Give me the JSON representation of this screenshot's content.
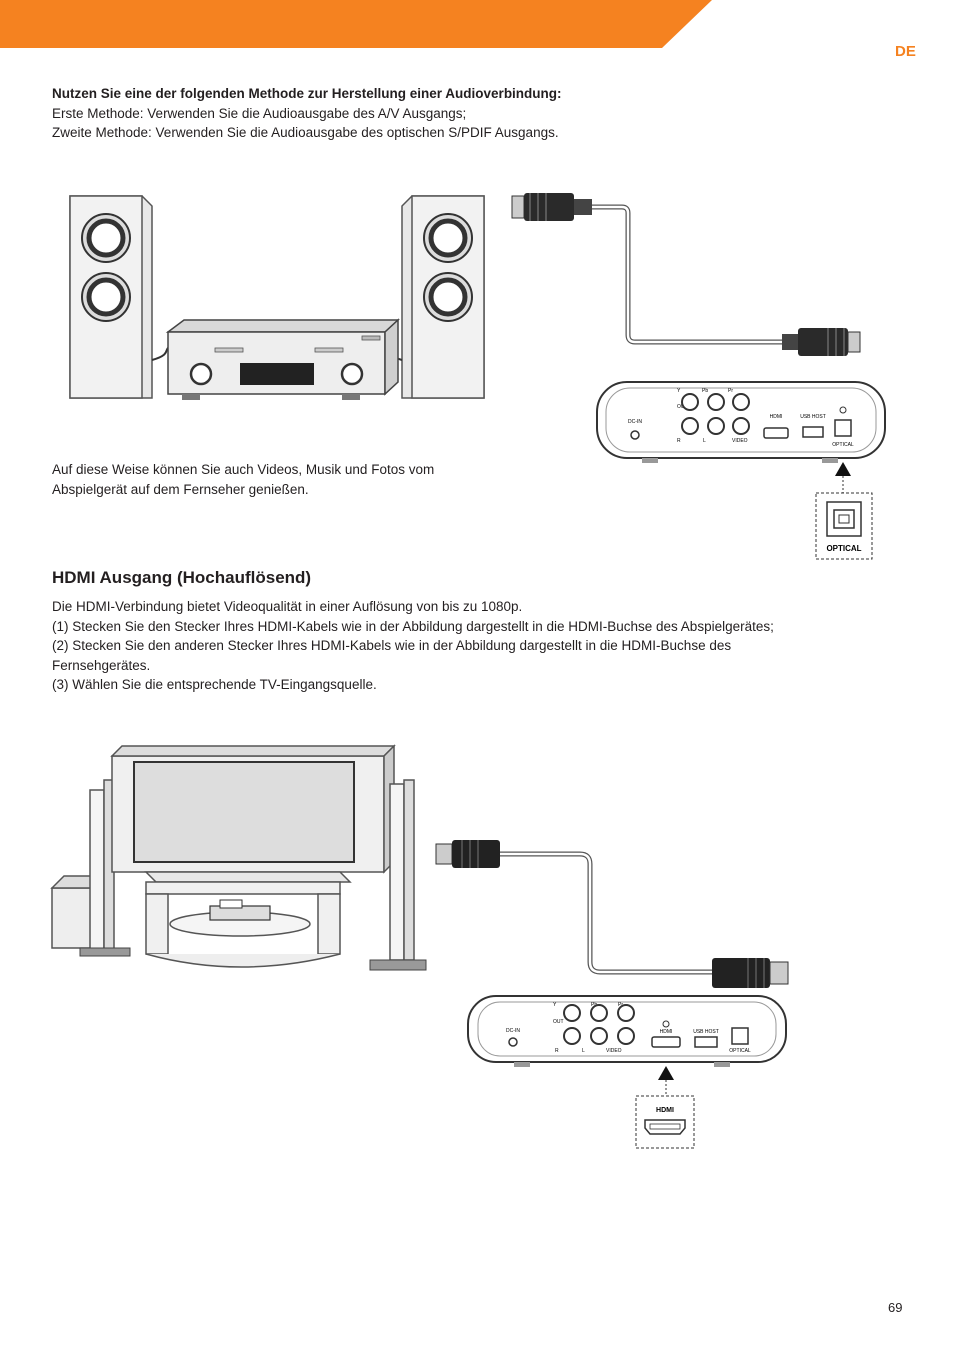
{
  "page": {
    "lang": "DE",
    "page_number": "69",
    "accent_color": "#f58220"
  },
  "audio": {
    "heading": "Nutzen Sie eine der folgenden Methode zur Herstellung einer Audioverbindung:",
    "method1": "Erste Methode: Verwenden Sie die Audioausgabe des A/V Ausgangs;",
    "method2": "Zweite Methode: Verwenden Sie die Audioausgabe des optischen S/PDIF Ausgangs.",
    "caption_line1": "Auf diese Weise können Sie auch Videos, Musik und Fotos vom",
    "caption_line2": "Abspielgerät auf dem Fernseher genießen."
  },
  "hdmi": {
    "title": "HDMI Ausgang (Hochauflösend)",
    "line1": "Die HDMI-Verbindung bietet Videoqualität in einer Auflösung von bis zu 1080p.",
    "line2": "(1) Stecken Sie den Stecker Ihres HDMI-Kabels wie in der Abbildung dargestellt in die HDMI-Buchse des Abspielgerätes;",
    "line3a": "(2) Stecken Sie den anderen Stecker Ihres HDMI-Kabels wie in der Abbildung dargestellt in die HDMI-Buchse des",
    "line3b": "Fernsehgerätes.",
    "line4": "(3) Wählen Sie die entsprechende TV-Eingangsquelle."
  },
  "device_labels": {
    "dc_in": "DC-IN",
    "out": "OUT",
    "y": "Y",
    "pb": "Pb",
    "pr": "Pr",
    "r": "R",
    "l": "L",
    "video": "VIDEO",
    "hdmi": "HDMI",
    "usb_host": "USB HOST",
    "optical": "OPTICAL"
  },
  "callouts": {
    "optical": "OPTICAL",
    "hdmi": "HDMI"
  }
}
